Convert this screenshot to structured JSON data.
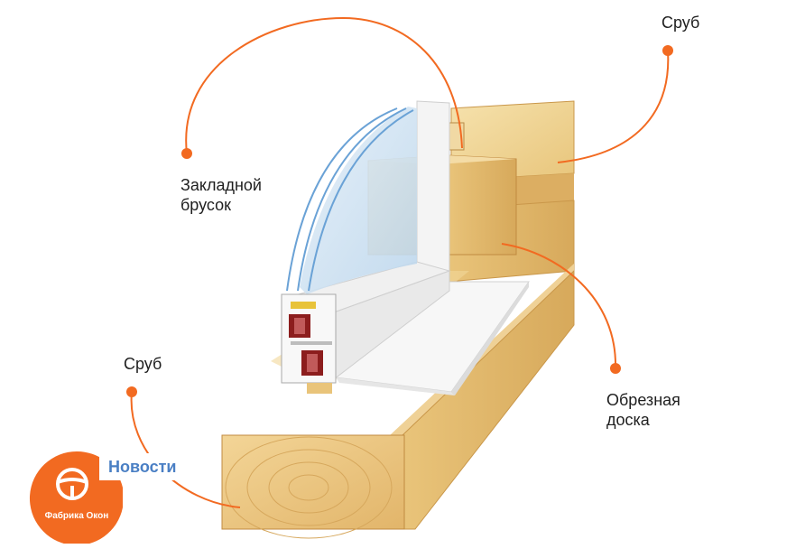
{
  "labels": {
    "top_right": "Сруб",
    "insert_bar_line1": "Закладной",
    "insert_bar_line2": "брусок",
    "left": "Сруб",
    "board_line1": "Обрезная",
    "board_line2": "доска"
  },
  "badge": {
    "news": "Новости",
    "name": "Фабрика Окон",
    "icon": "steering-wheel-icon"
  },
  "colors": {
    "accent": "#f26a21",
    "wood_light": "#f2d79a",
    "wood_mid": "#e6bf6f",
    "wood_dark": "#c9974a",
    "frame": "#f4f4f4",
    "glass": "#cfe2f2",
    "profile_red": "#8c1d1d",
    "news_text": "#4a7fc4"
  }
}
